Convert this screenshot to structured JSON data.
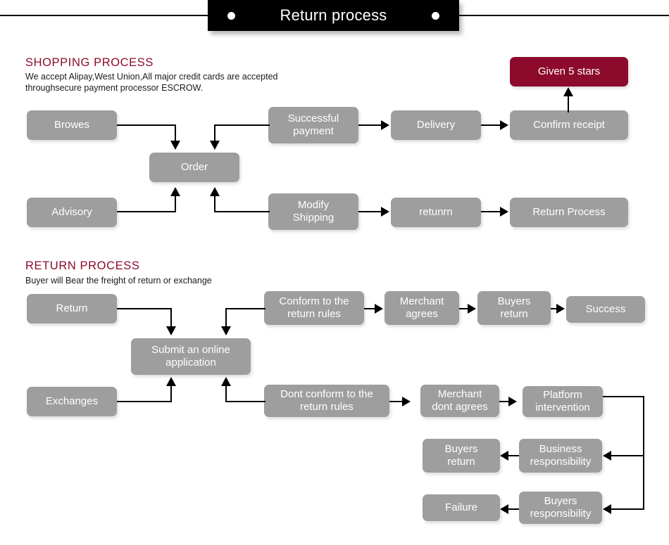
{
  "header": {
    "title": "Return process",
    "dot_left": "bullet-dot",
    "dot_right": "bullet-dot"
  },
  "shopping_section": {
    "heading": "SHOPPING PROCESS",
    "description": "We accept Alipay,West Union,All major credit cards are accepted\nthroughsecure payment processor ESCROW.",
    "nodes": {
      "browes": "Browes",
      "order": "Order",
      "successful_payment": "Successful\npayment",
      "delivery": "Delivery",
      "confirm_receipt": "Confirm receipt",
      "given_5_stars": "Given 5 stars",
      "advisory": "Advisory",
      "modify_shipping": "Modify\nShipping",
      "retunrn": "retunrn",
      "return_process": "Return Process"
    }
  },
  "return_section": {
    "heading": "RETURN PROCESS",
    "description": "Buyer will Bear the freight of return or exchange",
    "nodes": {
      "return": "Return",
      "submit_online_application": "Submit an online\napplication",
      "conform_return_rules": "Conform to the\nreturn rules",
      "merchant_agrees": "Merchant\nagrees",
      "buyers_return_top": "Buyers\nreturn",
      "success": "Success",
      "exchanges": "Exchanges",
      "dont_conform_return_rules": "Dont conform to the\nreturn rules",
      "merchant_dont_agrees": "Merchant\ndont agrees",
      "platform_intervention": "Platform\nintervention",
      "business_responsibility": "Business\nresponsibility",
      "buyers_return_mid": "Buyers\nreturn",
      "buyers_responsibility": "Buyers\nresponsibility",
      "failure": "Failure"
    }
  },
  "colors": {
    "accent": "#8c0b2c",
    "node": "#9e9e9e",
    "banner": "#000000",
    "node_text": "#ffffff"
  }
}
